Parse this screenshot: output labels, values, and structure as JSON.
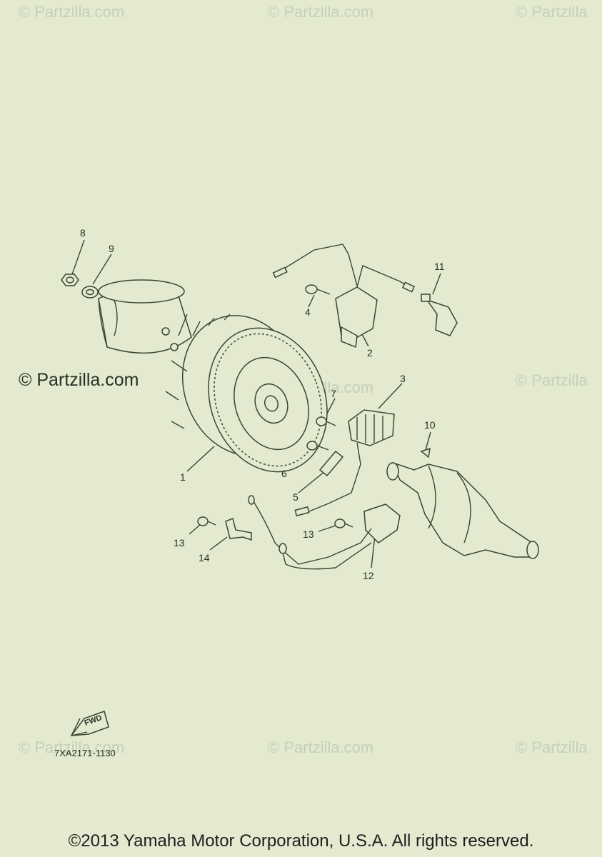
{
  "watermarks": [
    "© Partzilla.com",
    "© Partzilla.com",
    "© Partzilla",
    "© Partzilla.com",
    "© Partzilla.com",
    "© Partzilla",
    "© Partzilla.com",
    "© Partzilla.com",
    "© Partzilla"
  ],
  "callouts": [
    "1",
    "2",
    "3",
    "4",
    "5",
    "6",
    "7",
    "8",
    "9",
    "10",
    "11",
    "12",
    "13",
    "13",
    "14"
  ],
  "fwd_label": "FWD",
  "diagram_code": "7XA2171-1130",
  "copyright": "©2013 Yamaha Motor Corporation, U.S.A. All rights reserved."
}
